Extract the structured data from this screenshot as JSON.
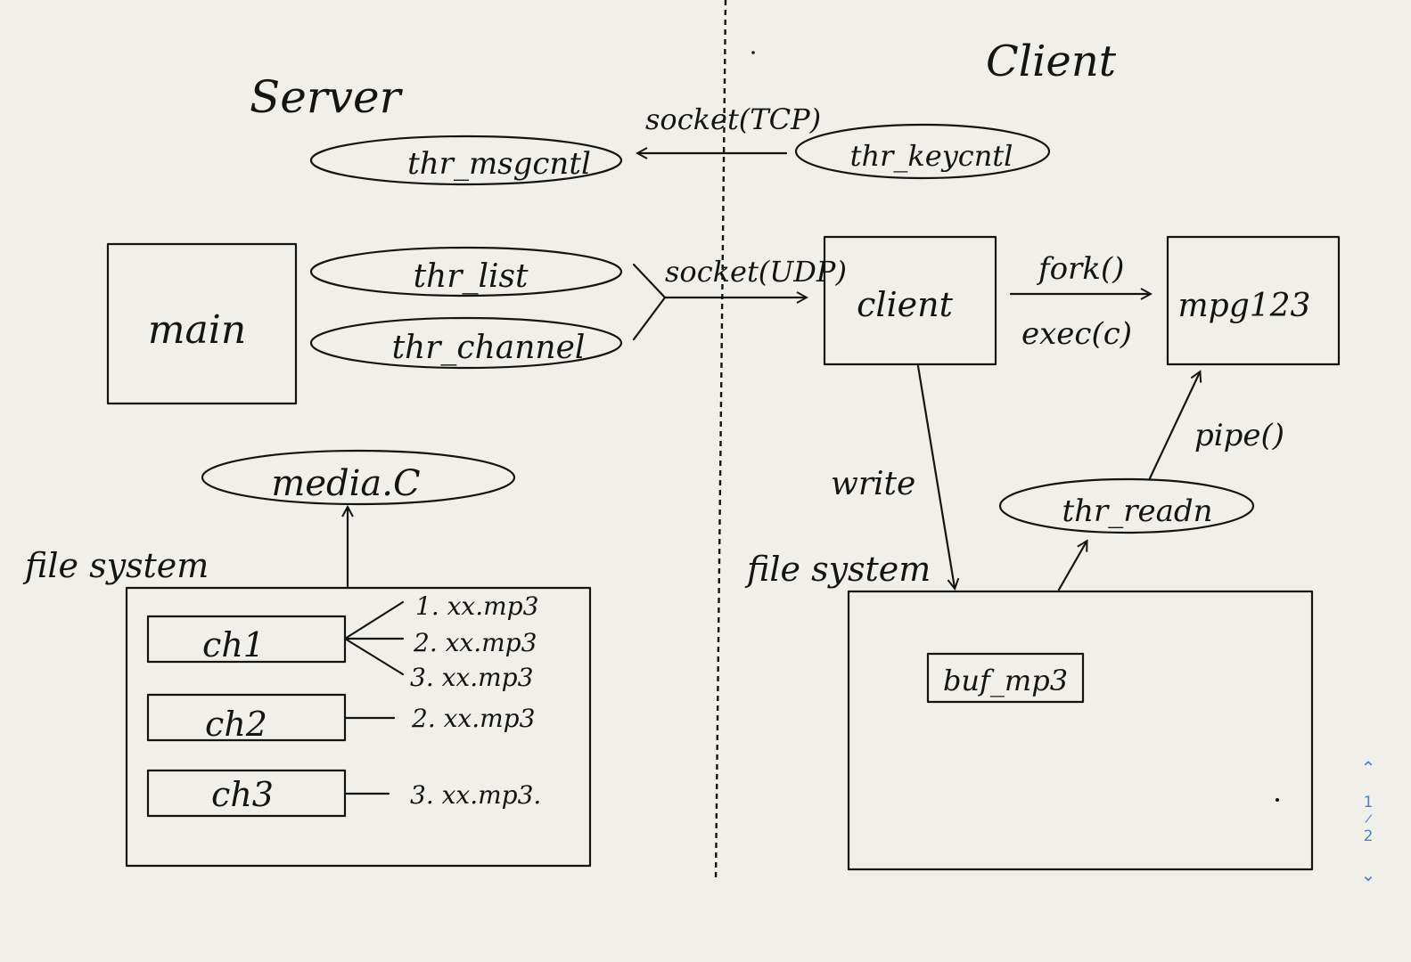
{
  "server": {
    "heading": "Server",
    "threads": [
      "thr_msgcntl",
      "thr_list",
      "thr_channel"
    ],
    "main_label": "main",
    "media_label": "media.C",
    "fs_label": "file system",
    "channels": [
      {
        "name": "ch1",
        "files": [
          "1. xx.mp3",
          "2. xx.mp3",
          "3. xx.mp3"
        ]
      },
      {
        "name": "ch2",
        "files": [
          "2. xx.mp3"
        ]
      },
      {
        "name": "ch3",
        "files": [
          "3. xx.mp3."
        ]
      }
    ]
  },
  "client": {
    "heading": "Client",
    "keycntl_label": "thr_keycntl",
    "client_label": "client",
    "player_label": "mpg123",
    "readn_label": "thr_readn",
    "buffer_label": "buf_mp3",
    "fs_label": "file system"
  },
  "links": {
    "tcp_label": "socket(TCP)",
    "udp_label": "socket(UDP)",
    "fork_label": "fork()",
    "exec_label": "exec(c)",
    "write_label": "write",
    "pipe_label": "pipe()"
  },
  "pager": {
    "current": "1",
    "separator": "/",
    "total": "2"
  },
  "colors": {
    "paper": "#f1efe9",
    "ink": "#141414",
    "pager_accent": "#4a7fd0"
  }
}
